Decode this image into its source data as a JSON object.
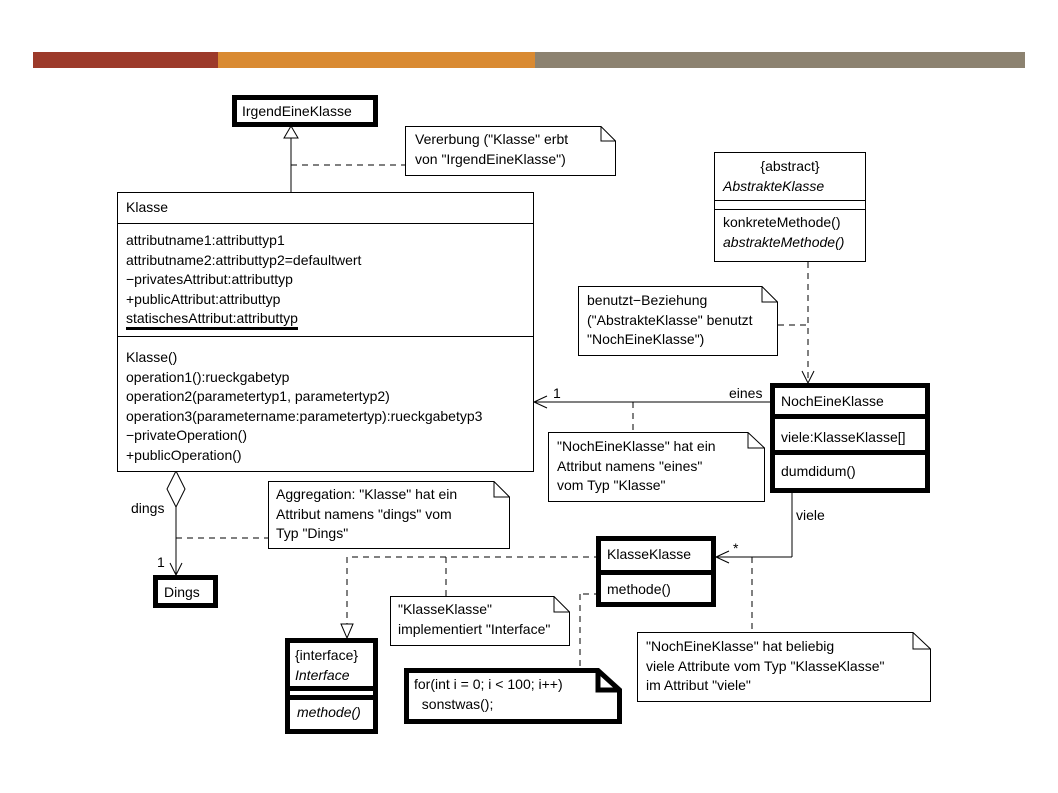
{
  "header": {
    "colors": [
      "#9c3a2a",
      "#d98a32",
      "#8c8270"
    ]
  },
  "classes": {
    "irgend": {
      "name": "IrgendEineKlasse"
    },
    "klasse": {
      "name": "Klasse",
      "attributes": [
        "attributname1:attributtyp1",
        "attributname2:attributtyp2=defaultwert",
        "−privatesAttribut:attributtyp",
        "+publicAttribut:attributtyp",
        "statischesAttribut:attributtyp"
      ],
      "operations": [
        "Klasse()",
        "operation1():rueckgabetyp",
        "operation2(parametertyp1, parametertyp2)",
        "operation3(parametername:parametertyp):rueckgabetyp3",
        "−privateOperation()",
        "+publicOperation()"
      ]
    },
    "abstrakt": {
      "stereotype": "{abstract}",
      "name": "AbstrakteKlasse",
      "op1": "konkreteMethode()",
      "op2": "abstrakteMethode()"
    },
    "noch": {
      "name": "NochEineKlasse",
      "attr": "viele:KlasseKlasse[]",
      "op": "dumdidum()"
    },
    "klasseklasse": {
      "name": "KlasseKlasse",
      "op": "methode()"
    },
    "dings": {
      "name": "Dings"
    },
    "interface": {
      "stereotype": "{interface}",
      "name": "Interface",
      "op": "methode()"
    }
  },
  "notes": {
    "vererbung": [
      "Vererbung (\"Klasse\" erbt",
      "von \"IrgendEineKlasse\")"
    ],
    "benutzt": [
      "benutzt−Beziehung",
      "(\"AbstrakteKlasse\" benutzt",
      "\"NochEineKlasse\")"
    ],
    "eines": [
      "\"NochEineKlasse\" hat ein",
      "Attribut namens \"eines\"",
      "vom Typ \"Klasse\""
    ],
    "aggregation": [
      "Aggregation: \"Klasse\" hat ein",
      "Attribut namens \"dings\" vom",
      "Typ \"Dings\""
    ],
    "implementiert": [
      "\"KlasseKlasse\"",
      "implementiert \"Interface\""
    ],
    "viele": [
      "\"NochEineKlasse\" hat beliebig",
      "viele Attribute vom Typ \"KlasseKlasse\"",
      "im Attribut \"viele\""
    ],
    "code": [
      "for(int i = 0; i < 100; i++)",
      "  sonstwas();"
    ]
  },
  "labels": {
    "mult_one_klasse": "1",
    "role_eines": "eines",
    "role_dings": "dings",
    "mult_one_dings": "1",
    "role_viele": "viele",
    "mult_star": "*"
  }
}
